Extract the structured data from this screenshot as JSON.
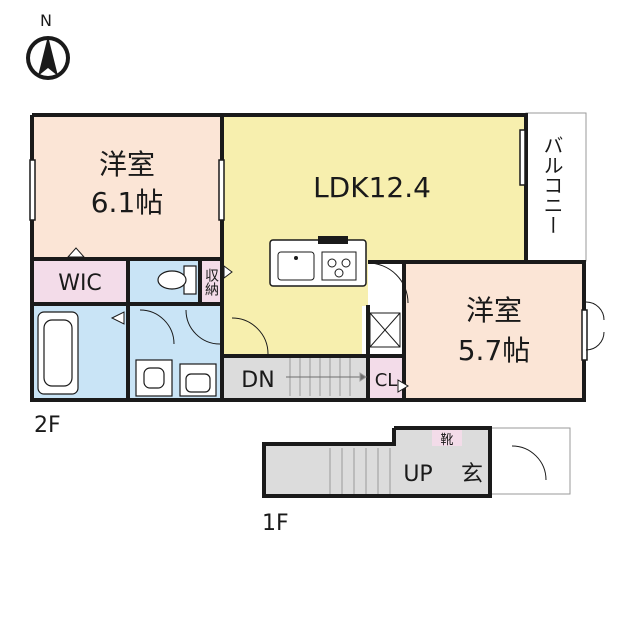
{
  "compass": {
    "north_label": "N"
  },
  "floors": {
    "second": "2F",
    "first": "1F"
  },
  "rooms": {
    "western_room_1": {
      "name": "洋室",
      "size": "6.1帖"
    },
    "ldk": {
      "name": "LDK12.4"
    },
    "balcony": {
      "name": "バルコニー"
    },
    "western_room_2": {
      "name": "洋室",
      "size": "5.7帖"
    },
    "wic": {
      "name": "WIC"
    },
    "storage": {
      "name": "収納"
    },
    "stairs_down": {
      "name": "DN"
    },
    "closet": {
      "name": "CL"
    },
    "stairs_up": {
      "name": "UP"
    },
    "entrance": {
      "name": "玄"
    },
    "shoe_storage": {
      "name": "靴"
    }
  },
  "colors": {
    "western_room": "#fbe5d6",
    "ldk": "#f7efae",
    "wet_area": "#c9e4f6",
    "storage": "#f3dce9",
    "hall": "#dcdcdc",
    "wall": "#1a1a1a",
    "background": "#ffffff"
  }
}
